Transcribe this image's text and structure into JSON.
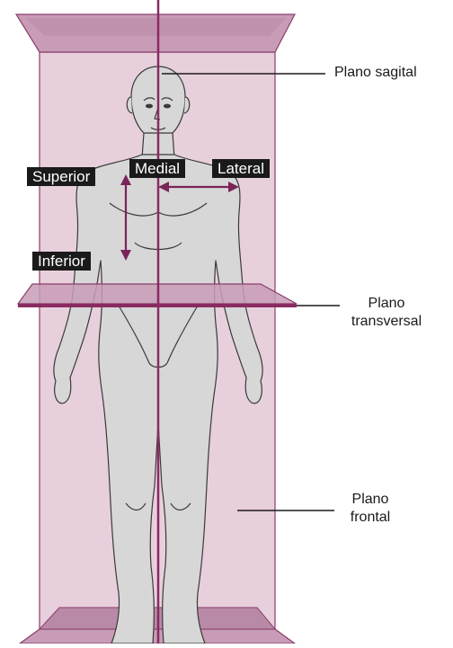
{
  "direction_labels": {
    "superior": "Superior",
    "inferior": "Inferior",
    "medial": "Medial",
    "lateral": "Lateral"
  },
  "planes": {
    "sagittal_line1": "Plano sagital",
    "transverse_line1": "Plano",
    "transverse_line2": "transversal",
    "frontal_line1": "Plano",
    "frontal_line2": "frontal"
  },
  "colors": {
    "plane_fill": "#e8cfdc",
    "plane_edge": "#8a3e6c",
    "plane_top": "#b98aa7",
    "sagittal_line": "#8a2a62",
    "arrow": "#7a2458",
    "body_fill": "#d7d7d7",
    "body_stroke": "#3a3a3a",
    "label_bg": "#1a1a1a",
    "label_text": "#ffffff"
  }
}
